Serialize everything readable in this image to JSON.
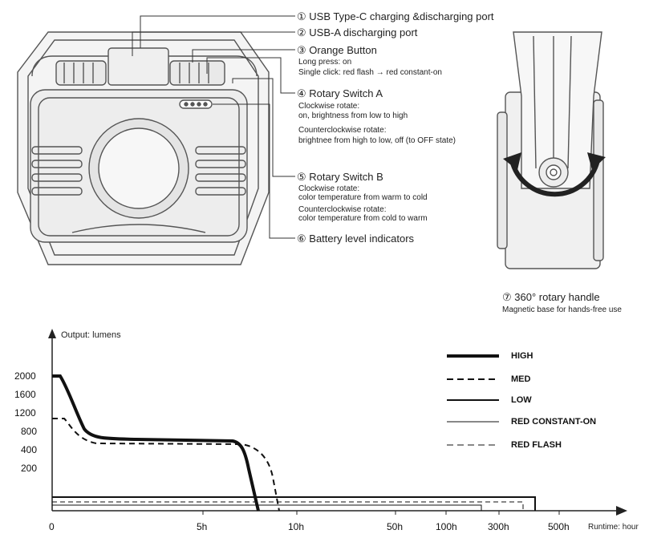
{
  "callouts": [
    {
      "num": "①",
      "title": "USB Type-C charging &discharging port",
      "notes": []
    },
    {
      "num": "②",
      "title": "USB-A discharging port",
      "notes": []
    },
    {
      "num": "③",
      "title": "Orange Button",
      "notes": [
        "Long press: on",
        "Single click: red flash → red constant-on"
      ]
    },
    {
      "num": "④",
      "title": "Rotary Switch A",
      "notes": [
        "Clockwise rotate:",
        "on, brightness from low to high",
        "Counterclockwise rotate:",
        "brightnee from high to low, off (to OFF state)"
      ]
    },
    {
      "num": "⑤",
      "title": "Rotary Switch B",
      "notes": [
        "Clockwise rotate:",
        "color temperature from warm to cold",
        "Counterclockwise rotate:",
        "color temperature from cold to warm"
      ]
    },
    {
      "num": "⑥",
      "title": "Battery level indicators",
      "notes": []
    },
    {
      "num": "⑦",
      "title": "360° rotary handle",
      "notes": [
        "Magnetic base for hands-free use"
      ]
    }
  ],
  "chart_data": {
    "type": "line",
    "ylabel": "Output: lumens",
    "xlabel": "Runtime: hour",
    "y_ticks": [
      2000,
      1600,
      1200,
      800,
      400,
      200
    ],
    "x_ticks": [
      "0",
      "5h",
      "10h",
      "50h",
      "100h",
      "300h",
      "500h"
    ],
    "legend": [
      "HIGH",
      "MED",
      "LOW",
      "RED CONSTANT-ON",
      "RED FLASH"
    ],
    "series": [
      {
        "name": "HIGH",
        "style": "thick-solid",
        "points": [
          [
            0,
            2000
          ],
          [
            0.4,
            2000
          ],
          [
            1.5,
            800
          ],
          [
            2.5,
            700
          ],
          [
            4,
            680
          ],
          [
            5.5,
            660
          ],
          [
            6.2,
            620
          ],
          [
            6.6,
            450
          ],
          [
            7.1,
            0
          ]
        ]
      },
      {
        "name": "MED",
        "style": "dashed",
        "points": [
          [
            0,
            1100
          ],
          [
            0.7,
            1100
          ],
          [
            1.5,
            650
          ],
          [
            2.5,
            560
          ],
          [
            6,
            560
          ],
          [
            7,
            500
          ],
          [
            7.6,
            300
          ],
          [
            8.2,
            0
          ]
        ]
      },
      {
        "name": "LOW",
        "style": "solid",
        "level_label": "LOW",
        "end": "400h"
      },
      {
        "name": "RED CONSTANT-ON",
        "style": "thin-solid",
        "end": "300h"
      },
      {
        "name": "RED FLASH",
        "style": "thin-dashed",
        "end": "300h+"
      }
    ]
  }
}
